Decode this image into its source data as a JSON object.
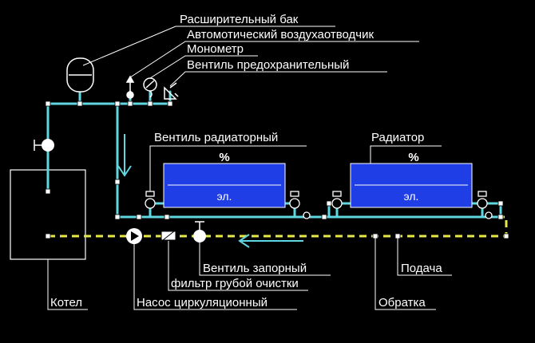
{
  "labels": {
    "expansion_tank": "Расширительный бак",
    "air_vent": "Автомотический воздухаотводчик",
    "manometer": "Монометр",
    "safety_valve": "Вентиль предохранительный",
    "radiator_valve": "Вентиль радиаторный",
    "radiator": "Радиатор",
    "shutoff_valve": "Вентиль запорный",
    "coarse_filter": "фильтр грубой очистки",
    "circulation_pump": "Насос циркуляционный",
    "boiler": "Котел",
    "supply": "Подача",
    "return": "Обратка"
  },
  "radiators": [
    {
      "top_mark": "%",
      "bottom_mark": "эл."
    },
    {
      "top_mark": "%",
      "bottom_mark": "эл."
    }
  ],
  "colors": {
    "supply_pipe": "#5fd6e0",
    "return_pipe": "#e6e64d",
    "radiator_fill": "#1f3ee6",
    "flow_arrow": "#5fd6e0",
    "leader_line": "#ffffff",
    "background": "#000000"
  },
  "icons": [
    "circulation-pump-icon",
    "filter-icon",
    "shutoff-valve-icon",
    "manometer-icon",
    "air-vent-icon",
    "safety-valve-icon",
    "expansion-tank-icon",
    "radiator-valve-icon",
    "flow-arrow-icon"
  ]
}
